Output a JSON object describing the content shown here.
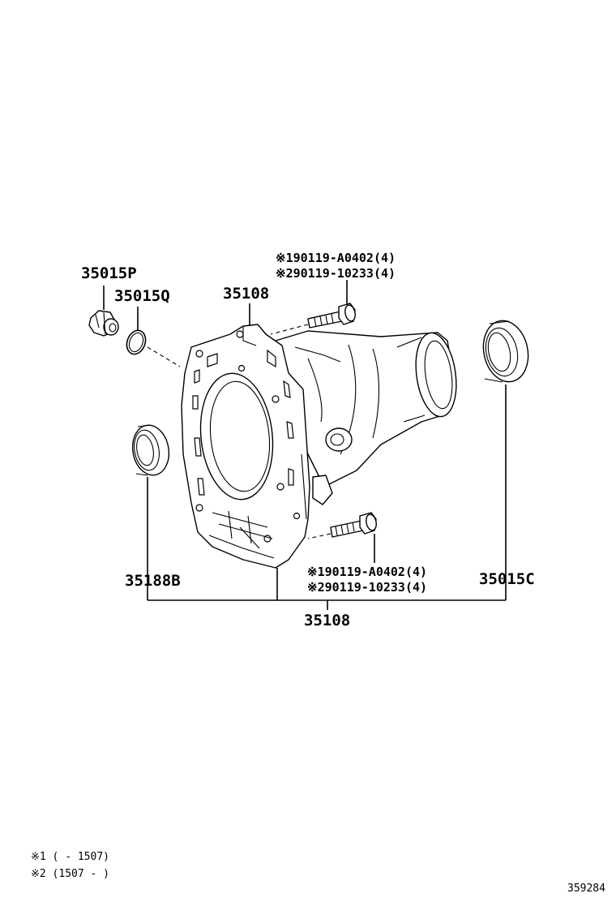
{
  "callouts": {
    "plug": "35015P",
    "gasket": "35015Q",
    "housing_top": "35108",
    "seal_left": "35188B",
    "seal_right": "35015C",
    "assembly": "35108"
  },
  "bolts": {
    "top": {
      "line1": "※190119-A0402(4)",
      "line2": "※290119-10233(4)"
    },
    "bottom": {
      "line1": "※190119-A0402(4)",
      "line2": "※290119-10233(4)"
    }
  },
  "footnotes": {
    "note1": "※1 (     - 1507)",
    "note2": "※2 (1507 -      )"
  },
  "figure_id": "359284",
  "icons": [
    "extension-housing-drawing",
    "oil-seal-drawing",
    "drain-plug-drawing",
    "bolt-drawing",
    "gasket-drawing"
  ]
}
